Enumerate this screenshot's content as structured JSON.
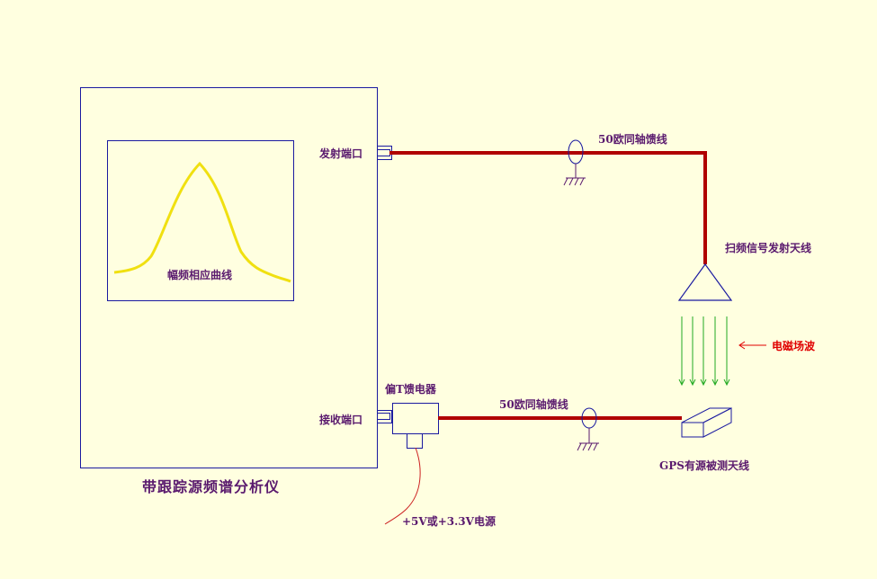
{
  "labels": {
    "tx_port": "发射端口",
    "rx_port": "接收端口",
    "coax_top": "50欧同轴馈线",
    "coax_bottom": "50欧同轴馈线",
    "tx_antenna": "扫频信号发射天线",
    "em_wave": "电磁场波",
    "bias_tee": "偏T馈电器",
    "gps_antenna": "GPS有源被测天线",
    "power": "+5V或+3.3V电源",
    "curve": "幅频相应曲线",
    "analyzer": "带跟踪源频谱分析仪"
  },
  "colors": {
    "outline": "#1a1aa0",
    "cable": "#b00000",
    "curve": "#f0e010",
    "wave": "#22aa22",
    "text": "#5a1a6e",
    "accent_text": "#e00000",
    "background": "#ffffe0"
  }
}
